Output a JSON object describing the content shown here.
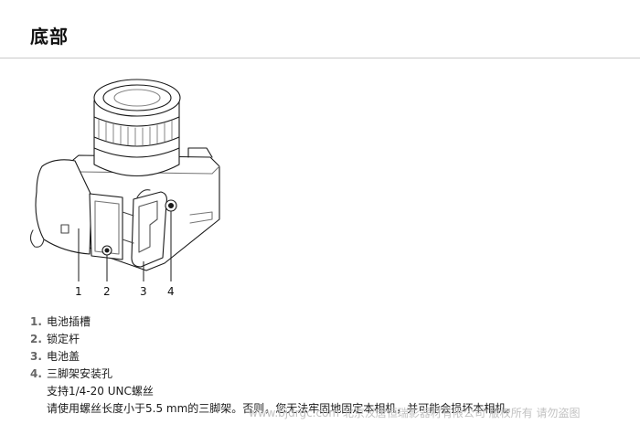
{
  "page": {
    "title": "底部"
  },
  "figure": {
    "callouts": [
      "1",
      "2",
      "3",
      "4"
    ]
  },
  "items": [
    {
      "number": "1.",
      "label": "电池插槽"
    },
    {
      "number": "2.",
      "label": "锁定杆"
    },
    {
      "number": "3.",
      "label": "电池盖"
    },
    {
      "number": "4.",
      "label": "三脚架安装孔"
    }
  ],
  "notes": {
    "line1": "支持1/4-20 UNC螺丝",
    "line2": "请使用螺丝长度小于5.5 mm的三脚架。否则，您无法牢固地固定本相机，并可能会损坏本相机。"
  },
  "watermark": "www.bjdrgc.com 北京汉唐恒瑞影器材有限公司 版权所有 请勿盗图"
}
